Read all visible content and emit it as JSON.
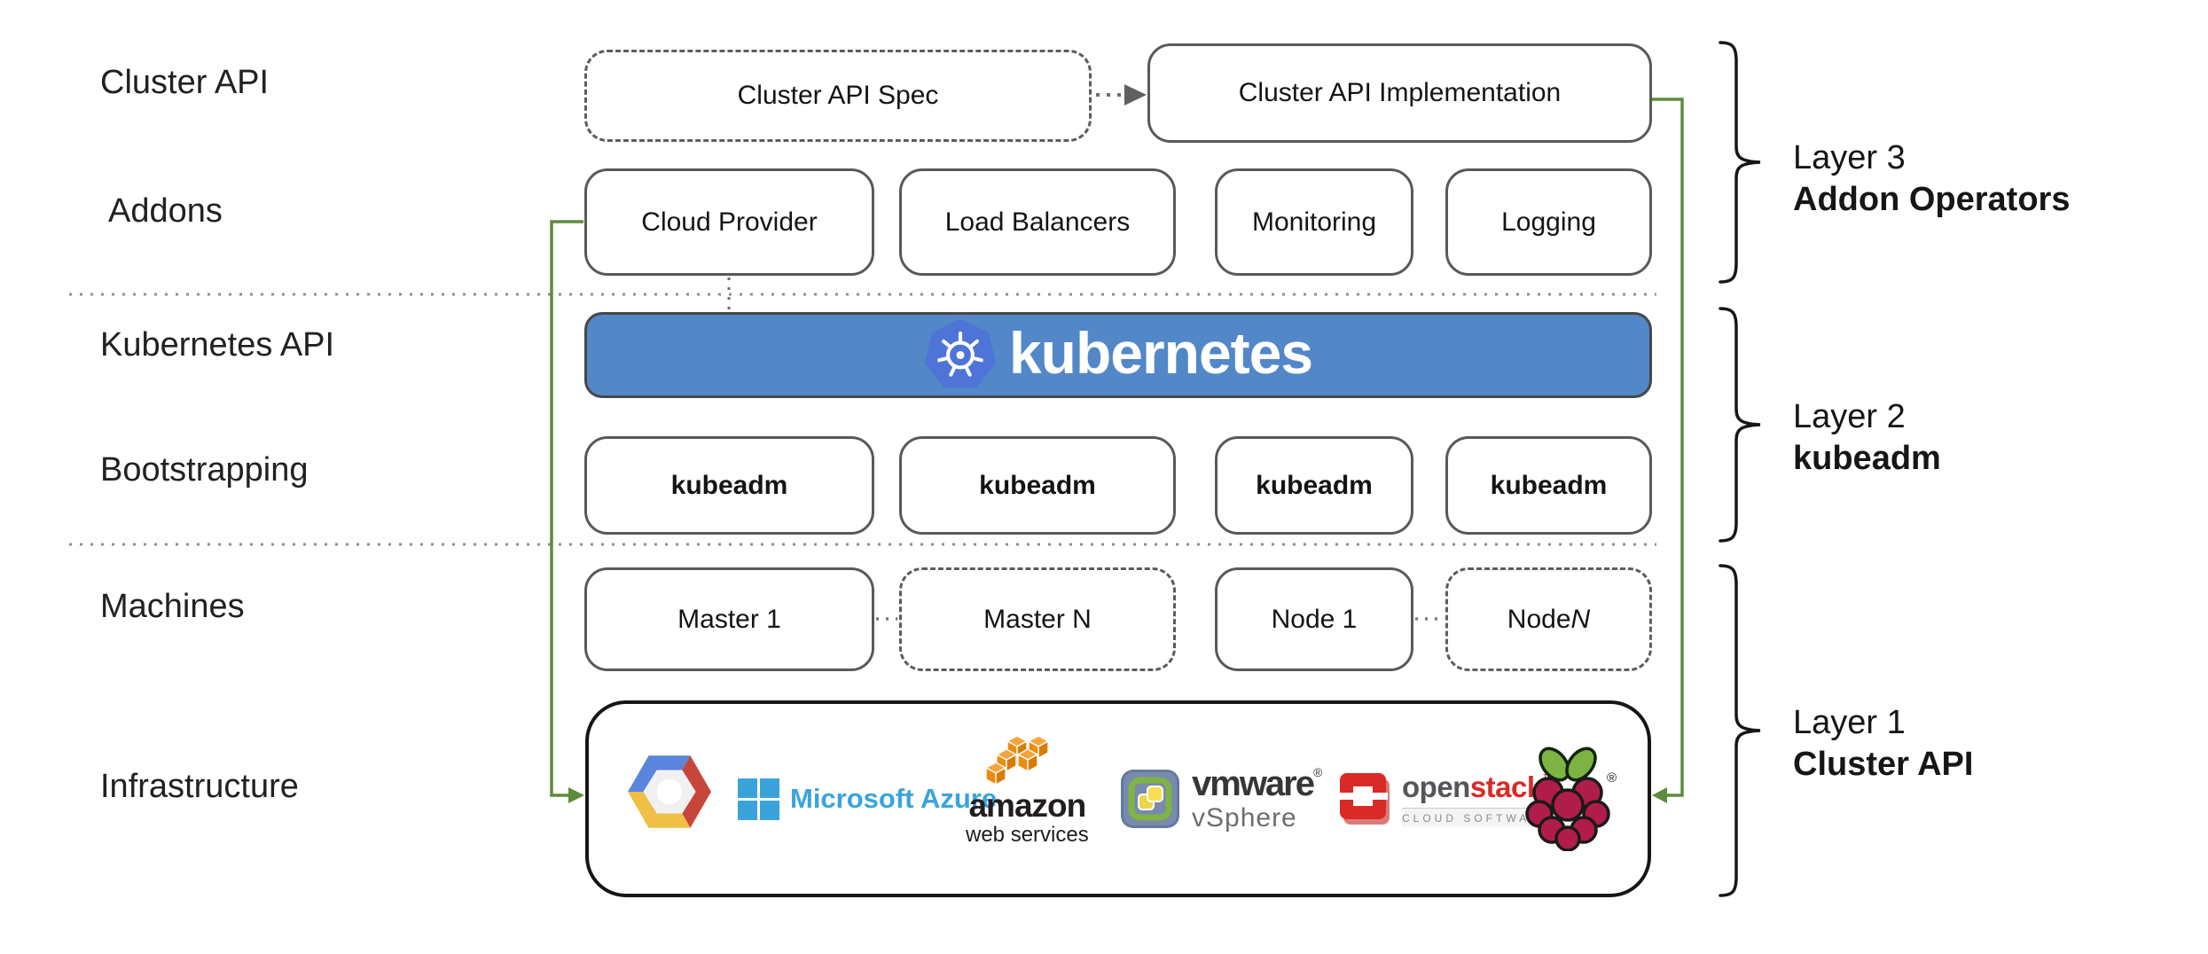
{
  "left_labels": [
    "Cluster API",
    "Addons",
    "Kubernetes API",
    "Bootstrapping",
    "Machines",
    "Infrastructure"
  ],
  "cluster_api_row": {
    "spec_label": "Cluster API Spec",
    "implementation_label": "Cluster API Implementation"
  },
  "addons_row": [
    "Cloud Provider",
    "Load Balancers",
    "Monitoring",
    "Logging"
  ],
  "kubernetes_banner": {
    "wordmark": "kubernetes",
    "logo": "kubernetes-wheel"
  },
  "bootstrapping_row": [
    "kubeadm",
    "kubeadm",
    "kubeadm",
    "kubeadm"
  ],
  "machines_row": [
    {
      "text": "Master 1",
      "n": ""
    },
    {
      "text": "Master N",
      "n": ""
    },
    {
      "text": "Node 1",
      "n": ""
    },
    {
      "text": "Node ",
      "n": "N"
    }
  ],
  "infrastructure": {
    "providers": [
      "Google Cloud Platform",
      "Microsoft Azure",
      "Amazon Web Services",
      "VMware vSphere",
      "OpenStack",
      "Raspberry Pi"
    ],
    "azure_text": "Microsoft Azure",
    "aws_main": "amazon",
    "aws_sub": "web services",
    "vmware_main": "vmware",
    "vmware_mark": "®",
    "vmware_sub": "vSphere",
    "openstack_open": "open",
    "openstack_stack": "stack",
    "openstack_mark": "™",
    "openstack_sub": "CLOUD SOFTWARE",
    "rpi_mark": "®"
  },
  "layers": [
    {
      "title": "Layer 3",
      "subtitle": "Addon Operators"
    },
    {
      "title": "Layer 2",
      "subtitle": "kubeadm"
    },
    {
      "title": "Layer 1",
      "subtitle": "Cluster API"
    }
  ],
  "colors": {
    "banner_blue": "#5287c8",
    "k8s_logo_blue": "#4d74d6",
    "arrow_green": "#5d8c3c",
    "box_border": "#58595b",
    "azure_blue": "#3ba3dc",
    "aws_orange": "#ec8b0e",
    "openstack_red": "#d92a27",
    "rpi_berry": "#b01d4a",
    "rpi_leaf": "#7db343",
    "gcp_blue": "#5b84dd",
    "gcp_red": "#c8453a",
    "gcp_yellow": "#efc045"
  }
}
